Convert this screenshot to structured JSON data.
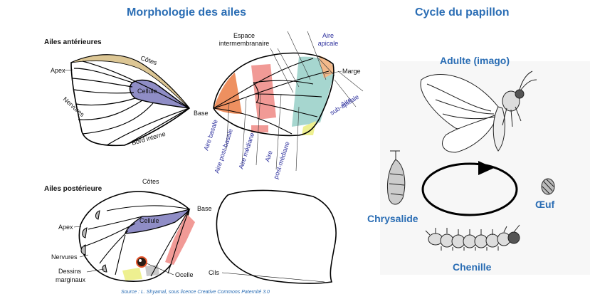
{
  "titles": {
    "morphology": "Morphologie des ailes",
    "cycle": "Cycle du papillon"
  },
  "forewing": {
    "heading": "Ailes antérieures",
    "apex": "Apex",
    "costa": "Côtes",
    "cell": "Cellule",
    "veins": "Nervures",
    "inner_margin": "Bord interne",
    "base": "Base"
  },
  "forewing_areas": {
    "intermembrane": [
      "Espace",
      "intermembranaire"
    ],
    "apical": [
      "Aire",
      "apicale"
    ],
    "margin": "Marge",
    "subapical": [
      "Aire",
      "sub-apicale"
    ],
    "basal": "Aire basale",
    "post_basal": "Aire post-basale",
    "median": "Aire médiane",
    "post_median": [
      "Aire",
      "post-médiane"
    ]
  },
  "hindwing": {
    "heading": "Ailes postérieure",
    "costa": "Côtes",
    "base": "Base",
    "cell": "Cellule",
    "apex": "Apex",
    "veins": "Nervures",
    "marginal": [
      "Dessins",
      "marginaux"
    ],
    "ocelle": "Ocelle",
    "cilia": "Cils"
  },
  "cycle": {
    "adult": "Adulte (imago)",
    "chrysalis": "Chrysalide",
    "egg": "Œuf",
    "caterpillar": "Chenille"
  },
  "source": "Source : L. Shyamal, sous licence Creative Commons Paternité 3.0",
  "colors": {
    "title_blue": "#2a6db4",
    "cell_purple": "#8f8dc6",
    "costa_tan": "#dcc694",
    "basal_orange": "#ee9060",
    "median_pink": "#f19a96",
    "apical_teal": "#a6d6cf",
    "postmedian_yellow": "#eef090",
    "label_navy": "#2b2e9c"
  }
}
